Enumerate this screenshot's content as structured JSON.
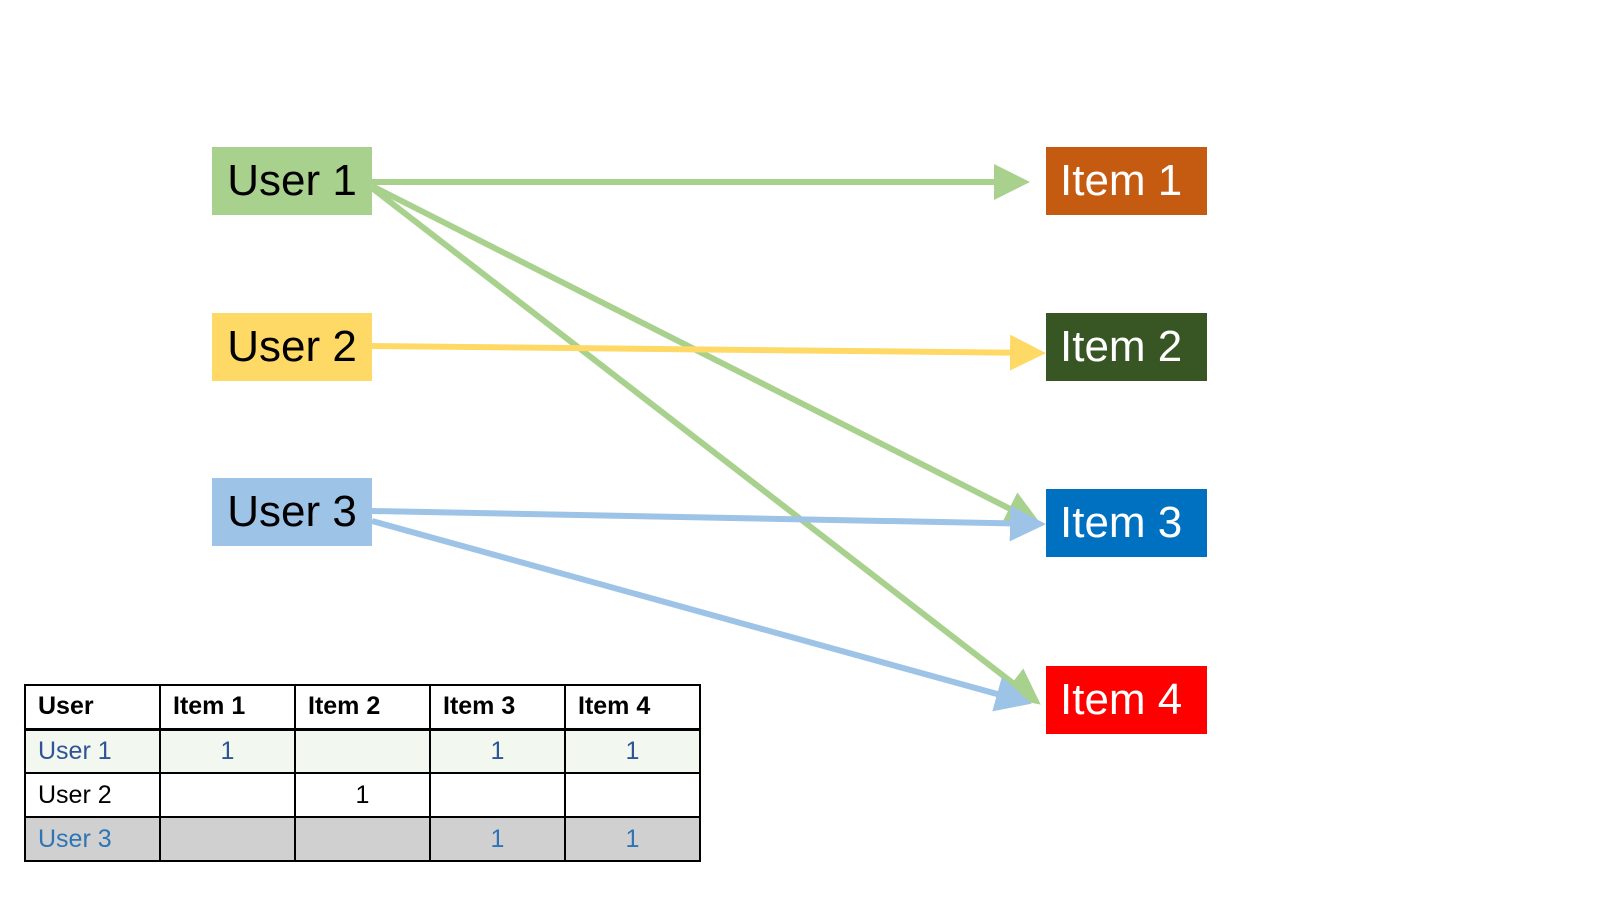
{
  "users": [
    {
      "label": "User 1",
      "color": "#a9d18e"
    },
    {
      "label": "User 2",
      "color": "#ffd966"
    },
    {
      "label": "User 3",
      "color": "#9dc3e6"
    }
  ],
  "items": [
    {
      "label": "Item 1",
      "color": "#c55a11"
    },
    {
      "label": "Item 2",
      "color": "#375623"
    },
    {
      "label": "Item 3",
      "color": "#0070c0"
    },
    {
      "label": "Item 4",
      "color": "#ff0000"
    }
  ],
  "edges": [
    {
      "from": "User 1",
      "to": "Item 1"
    },
    {
      "from": "User 1",
      "to": "Item 3"
    },
    {
      "from": "User 1",
      "to": "Item 4"
    },
    {
      "from": "User 2",
      "to": "Item 2"
    },
    {
      "from": "User 3",
      "to": "Item 3"
    },
    {
      "from": "User 3",
      "to": "Item 4"
    }
  ],
  "table": {
    "headers": [
      "User",
      "Item 1",
      "Item 2",
      "Item 3",
      "Item 4"
    ],
    "rows": [
      {
        "user": "User 1",
        "cells": [
          "1",
          "",
          "1",
          "1"
        ],
        "text_color": "#2f5597",
        "background": "#f2f7ef"
      },
      {
        "user": "User 2",
        "cells": [
          "",
          "1",
          "",
          ""
        ],
        "text_color": "#000000",
        "background": "#ffffff"
      },
      {
        "user": "User 3",
        "cells": [
          "",
          "",
          "1",
          "1"
        ],
        "text_color": "#2e75b6",
        "background": "#d0d0d0"
      }
    ]
  }
}
